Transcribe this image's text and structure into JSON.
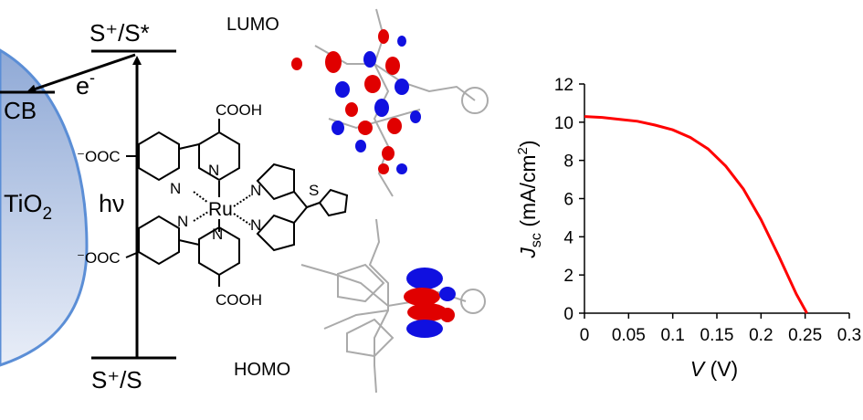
{
  "energy_diagram": {
    "excited_level": "S⁺/S*",
    "ground_level": "S⁺/S",
    "conduction_band": "CB",
    "electron": "e",
    "electron_sup": "-",
    "semiconductor": "TiO",
    "semiconductor_sub": "2",
    "excitation": "hν"
  },
  "molecule": {
    "metal": "Ru",
    "carboxyl_top": "COOH",
    "carboxyl_bottom": "COOH",
    "carboxylate_top": "⁻OOC",
    "carboxylate_bottom": "⁻OOC",
    "thiophene_atom": "S",
    "nitrogen": "N"
  },
  "orbitals": {
    "lumo_label": "LUMO",
    "homo_label": "HOMO"
  },
  "colors": {
    "tio2_fill_top": "#8fa9d6",
    "tio2_fill_bottom": "#e9eef8",
    "tio2_edge": "#5b8ed6",
    "curve": "#ff0000",
    "orbital_red": "#e00000",
    "orbital_blue": "#1010e0"
  },
  "chart_data": {
    "type": "line",
    "xlabel_italic": "V",
    "xlabel_unit": " (V)",
    "ylabel_italic": "J",
    "ylabel_sub": "sc",
    "ylabel_unit": " (mA/cm",
    "ylabel_sup": "2",
    "ylabel_close": ")",
    "xlim": [
      0,
      0.3
    ],
    "ylim": [
      0,
      12
    ],
    "xticks": [
      0,
      0.05,
      0.1,
      0.15,
      0.2,
      0.25,
      0.3
    ],
    "xtick_labels": [
      "0",
      "0.05",
      "0.1",
      "0.15",
      "0.2",
      "0.25",
      "0.3"
    ],
    "yticks": [
      0,
      2,
      4,
      6,
      8,
      10,
      12
    ],
    "ytick_labels": [
      "0",
      "2",
      "4",
      "6",
      "8",
      "10",
      "12"
    ],
    "series": [
      {
        "x": [
          0,
          0.02,
          0.04,
          0.06,
          0.08,
          0.1,
          0.12,
          0.14,
          0.16,
          0.18,
          0.2,
          0.22,
          0.24,
          0.252
        ],
        "y": [
          10.3,
          10.25,
          10.15,
          10.05,
          9.85,
          9.6,
          9.2,
          8.6,
          7.7,
          6.5,
          4.9,
          3.0,
          1.0,
          0
        ]
      }
    ]
  }
}
